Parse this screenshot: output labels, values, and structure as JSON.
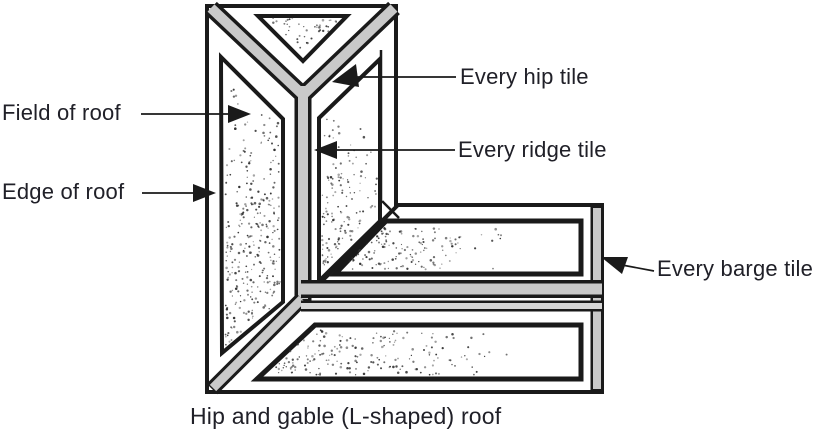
{
  "diagram": {
    "caption": "Hip and gable (L-shaped) roof",
    "labels": {
      "field_of_roof": "Field of roof",
      "edge_of_roof": "Edge of roof",
      "every_hip_tile": "Every hip tile",
      "every_ridge_tile": "Every ridge tile",
      "every_barge_tile": "Every barge tile"
    },
    "colors": {
      "line": "#1a1a1a",
      "tile_band": "#c9c9c9",
      "tile_band_light": "#d6d6d6",
      "text": "#202028",
      "background": "#ffffff"
    }
  }
}
